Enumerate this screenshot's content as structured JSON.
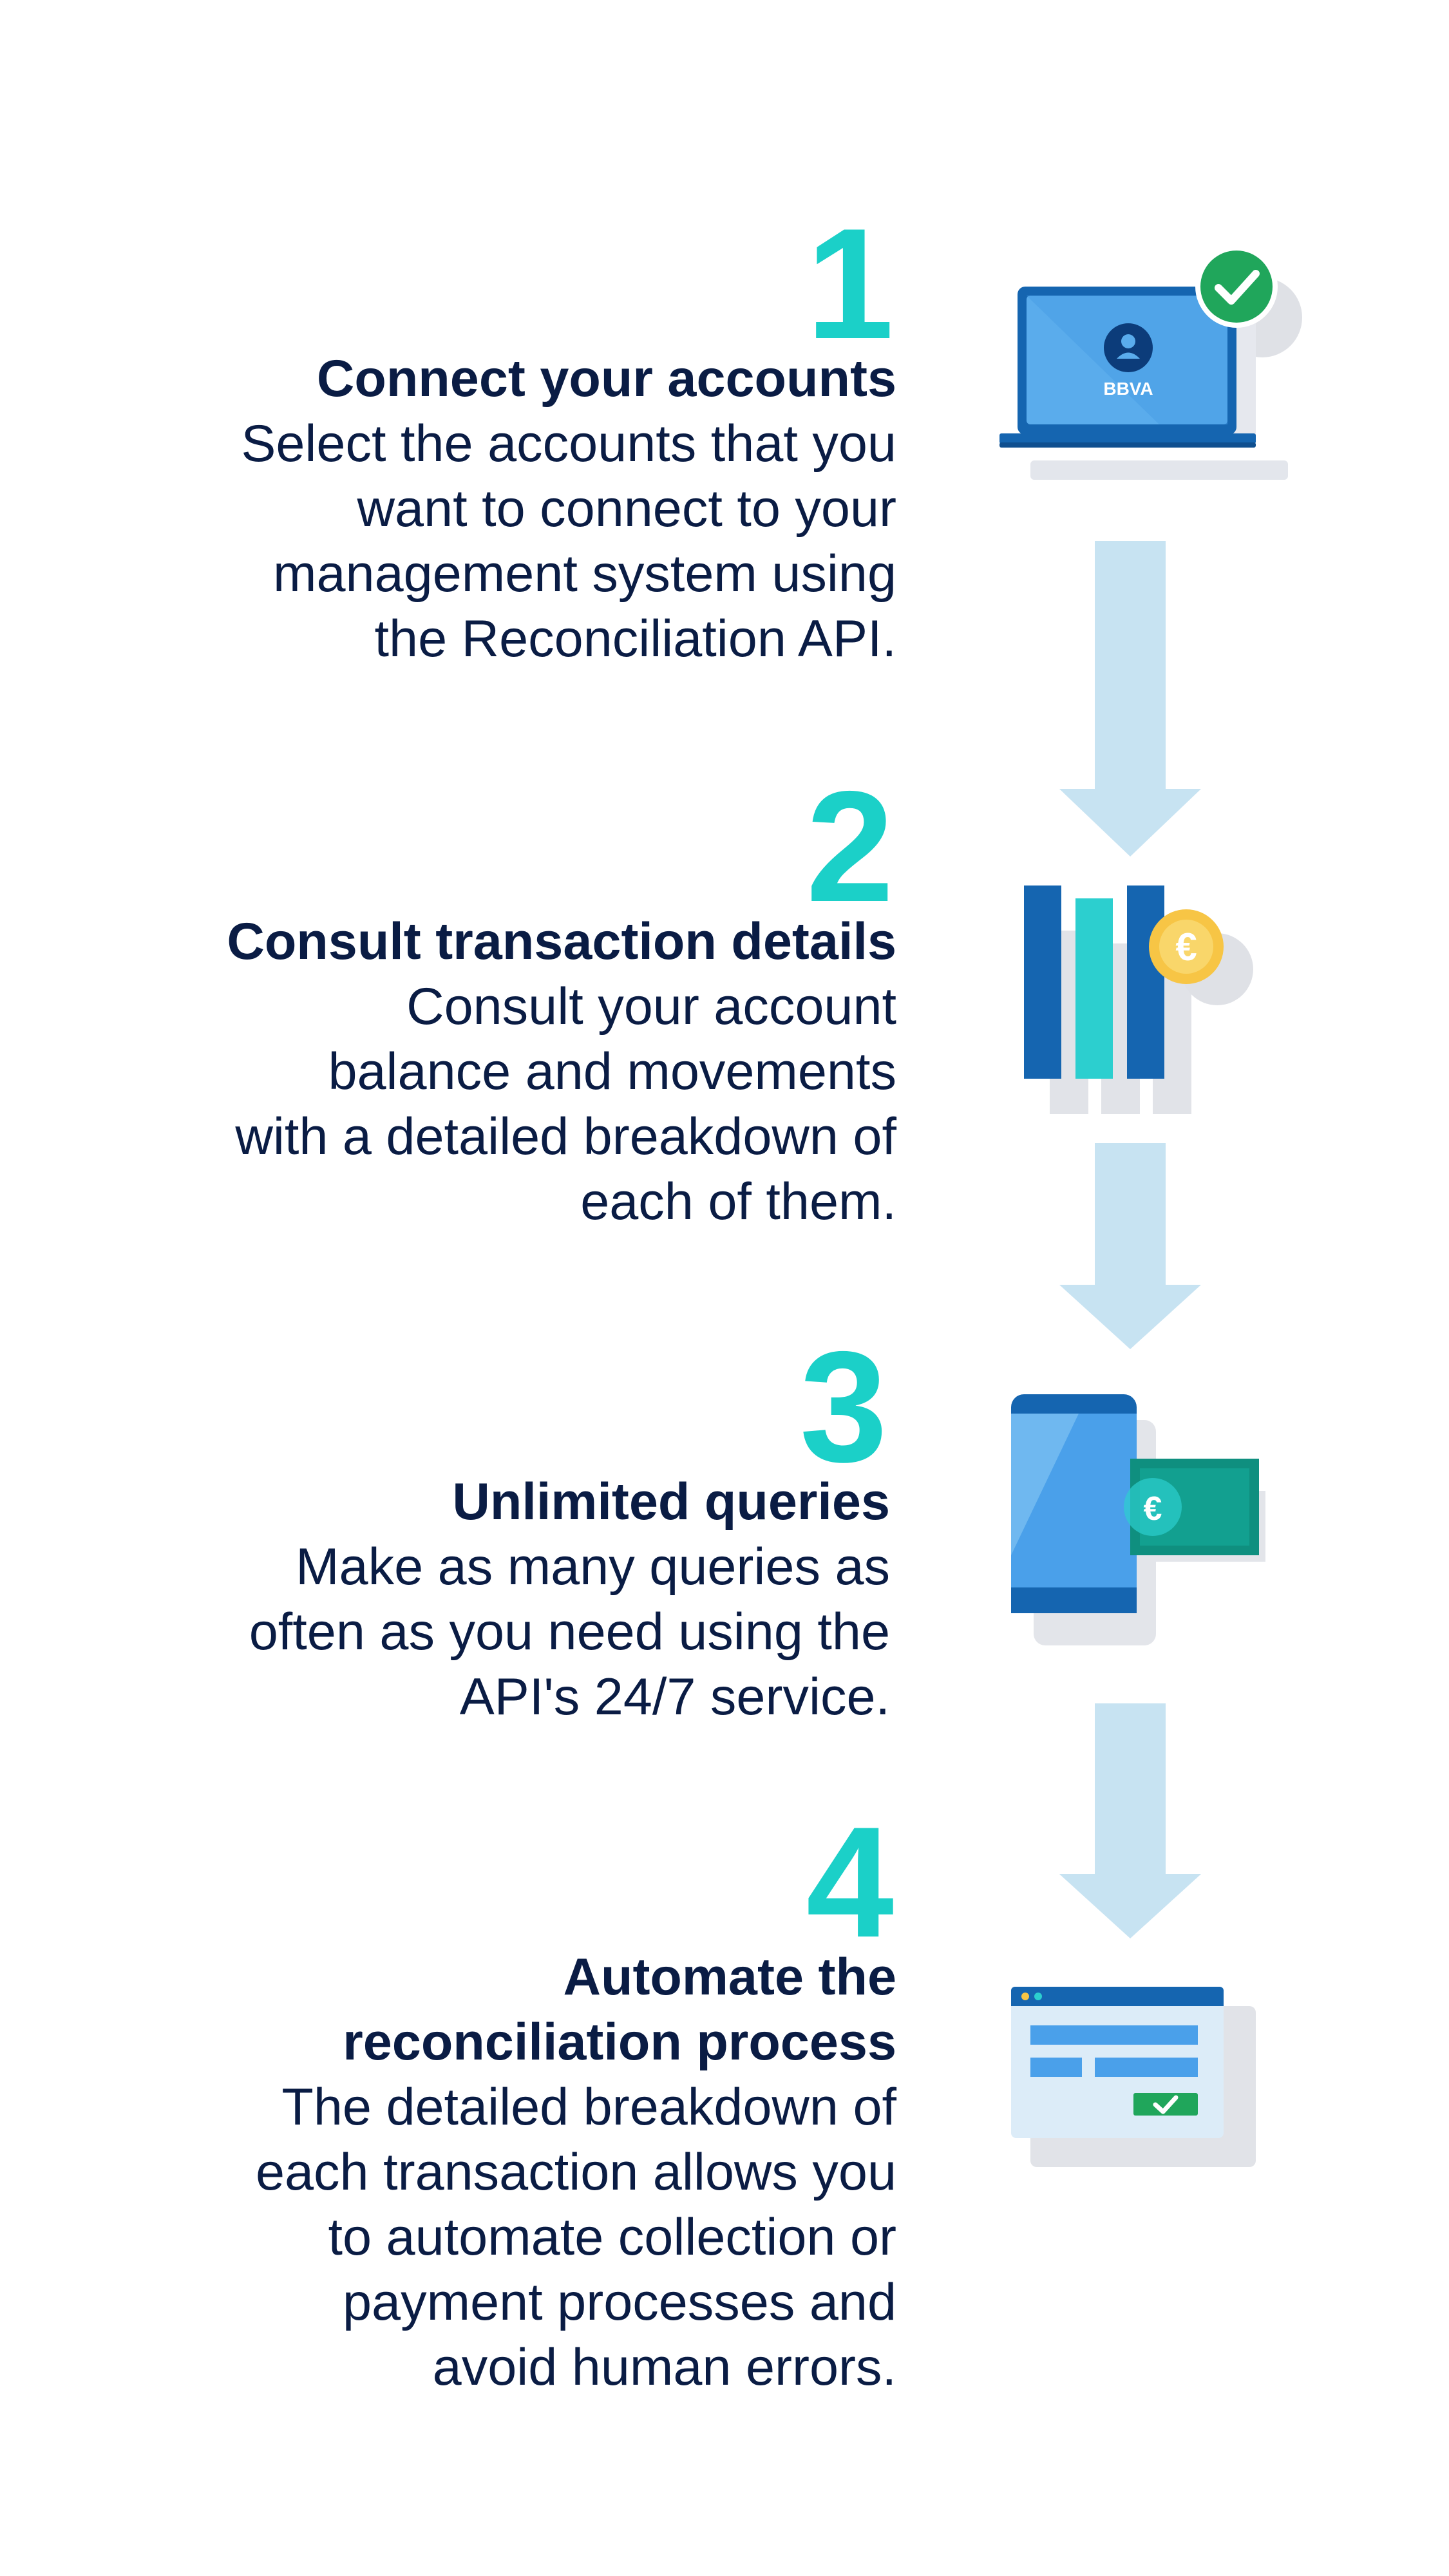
{
  "colors": {
    "number": "#1bd0c8",
    "title": "#0a1c44",
    "body": "#0a1c44",
    "arrow": "#c7e3f2",
    "blue_dark": "#1565b0",
    "blue_mid": "#2f8fe0",
    "blue_light": "#7cc0f2",
    "teal": "#2ccfcf",
    "green": "#20a65b",
    "gold": "#f7c545",
    "shadow": "#d9dce3"
  },
  "steps": [
    {
      "number": "1",
      "title_lines": [
        "Connect your accounts"
      ],
      "body_lines": [
        "Select the accounts that you",
        "want to connect to your",
        "management system using",
        "the Reconciliation API."
      ],
      "icon": "laptop-check-icon"
    },
    {
      "number": "2",
      "title_lines": [
        "Consult transaction details"
      ],
      "body_lines": [
        "Consult your account",
        "balance and movements",
        "with a detailed breakdown of",
        "each of them."
      ],
      "icon": "bar-euro-icon"
    },
    {
      "number": "3",
      "title_lines": [
        "Unlimited queries"
      ],
      "body_lines": [
        "Make as many queries as",
        "often as you need using the",
        "API's 24/7 service."
      ],
      "icon": "phone-banknote-icon"
    },
    {
      "number": "4",
      "title_lines": [
        "Automate the",
        "reconciliation process"
      ],
      "body_lines": [
        "The detailed breakdown of",
        "each transaction allows you",
        "to automate collection or",
        "payment processes and",
        "avoid human errors."
      ],
      "icon": "browser-form-icon"
    }
  ],
  "icons": {
    "laptop_brand": "BBVA",
    "currency_symbol": "€"
  }
}
